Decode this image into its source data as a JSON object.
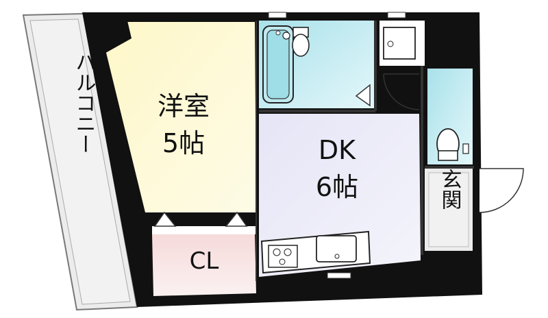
{
  "rooms": {
    "western": {
      "name": "洋室",
      "size": "5帖"
    },
    "dk": {
      "name": "DK",
      "size": "6帖"
    },
    "closet": {
      "name": "CL"
    },
    "entrance": {
      "name": "玄関"
    },
    "balcony": {
      "name": "バルコニー"
    }
  },
  "colors": {
    "wall": "#111111",
    "western": "#fdf9d4",
    "dk": "#ecebf8",
    "closet": "#f8e6e6",
    "bath": "#c9eef3",
    "toilet": "#cceef0",
    "balcony": "#ececec",
    "entrance": "#ececec"
  },
  "icons": [
    "bathtub-icon",
    "toilet-icon",
    "washbasin-icon",
    "stove-icon",
    "kitchen-sink-icon",
    "door-swing-icon"
  ]
}
